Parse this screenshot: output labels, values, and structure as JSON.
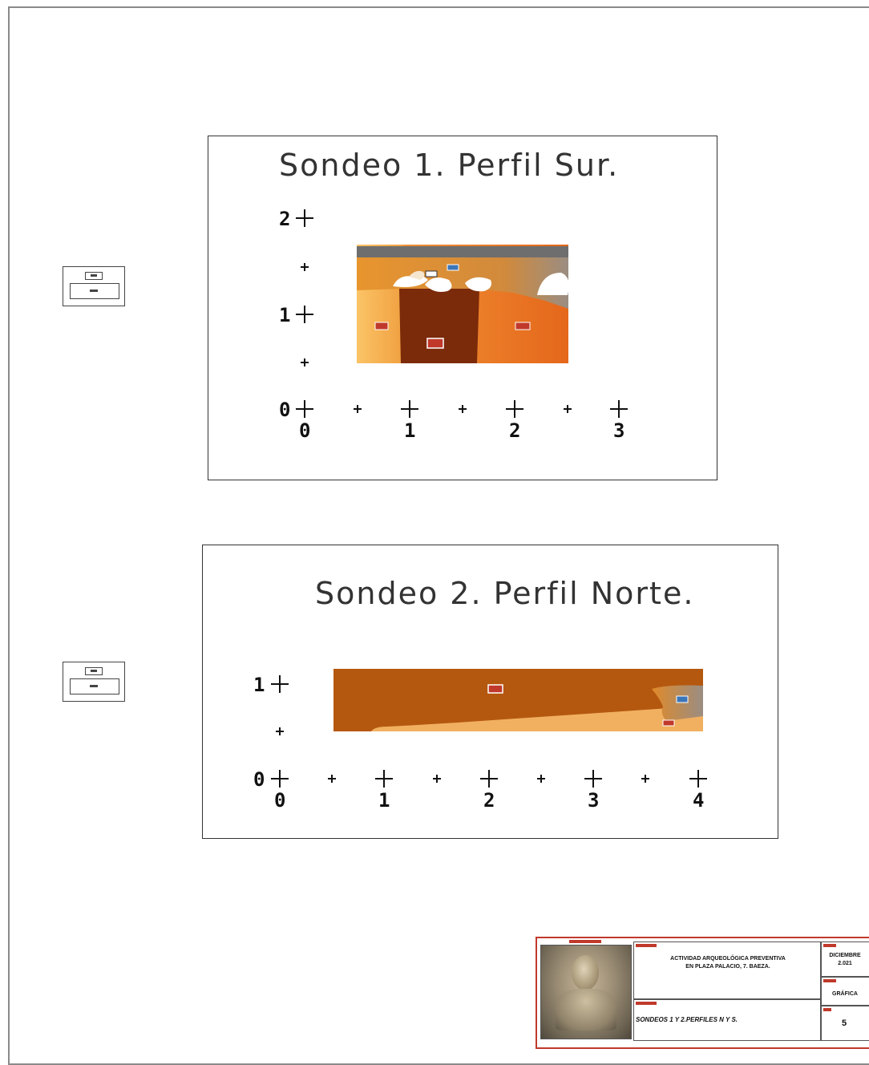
{
  "panels": [
    {
      "title": "Sondeo 1. Perfil Sur.",
      "x_scale": [
        "0",
        "1",
        "2",
        "3"
      ],
      "y_scale": [
        "0",
        "1",
        "2"
      ]
    },
    {
      "title": "Sondeo 2. Perfil Norte.",
      "x_scale": [
        "0",
        "1",
        "2",
        "3",
        "4"
      ],
      "y_scale": [
        "0",
        "1"
      ]
    }
  ],
  "title_block": {
    "project": "ACTIVIDAD ARQUEOLÓGICA PREVENTIVA\nEN PLAZA PALACIO, 7. BAEZA.",
    "date": "DICIEMBRE\n2.021",
    "scale": "GRÁFICA",
    "plan": "SONDEOS 1 Y 2.PERFILES N Y S.",
    "number": "5"
  },
  "colors": {
    "dark_brown": "#7a2a0a",
    "brown": "#b5580f",
    "orange": "#e67e22",
    "light_orange": "#f5b041",
    "grey_band": "#6e6e6e",
    "frame_red": "#c0392b"
  }
}
